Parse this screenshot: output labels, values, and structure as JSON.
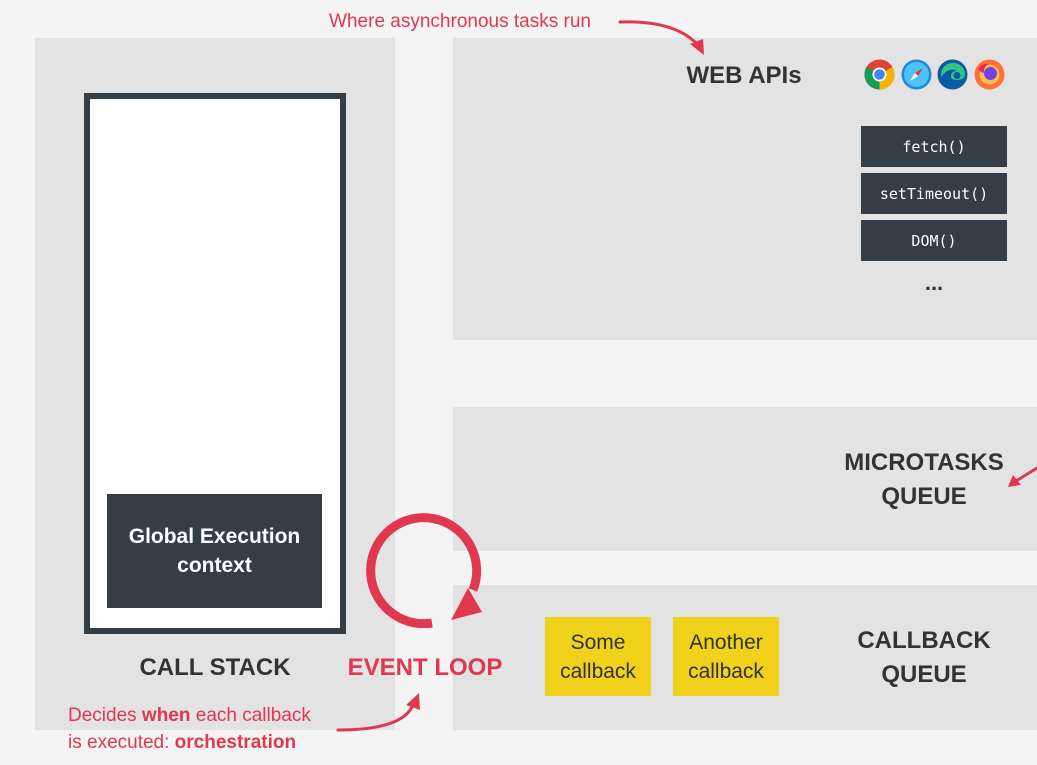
{
  "annotations": {
    "top": "Where asynchronous tasks run",
    "bottom_line1_pre": "Decides ",
    "bottom_line1_bold": "when",
    "bottom_line1_post": " each callback",
    "bottom_line2_pre": "is executed: ",
    "bottom_line2_bold": "orchestration"
  },
  "call_stack": {
    "label": "CALL STACK",
    "frame": "Global Execution context"
  },
  "event_loop": {
    "label": "EVENT LOOP"
  },
  "web_apis": {
    "title": "WEB APIs",
    "browser_icons": [
      "chrome-icon",
      "safari-icon",
      "edge-icon",
      "firefox-icon"
    ],
    "apis": [
      "fetch()",
      "setTimeout()",
      "DOM()"
    ],
    "more": "..."
  },
  "microtasks_queue": {
    "line1": "MICROTASKS",
    "line2": "QUEUE"
  },
  "callback_queue": {
    "line1": "CALLBACK",
    "line2": "QUEUE",
    "items": [
      {
        "line1": "Some",
        "line2": "callback"
      },
      {
        "line1": "Another",
        "line2": "callback"
      }
    ]
  },
  "colors": {
    "accent_red": "#e0384f",
    "dark_box": "#343e44",
    "callback_yellow": "#f0d11c",
    "panel_gray": "#e3e3e3"
  }
}
